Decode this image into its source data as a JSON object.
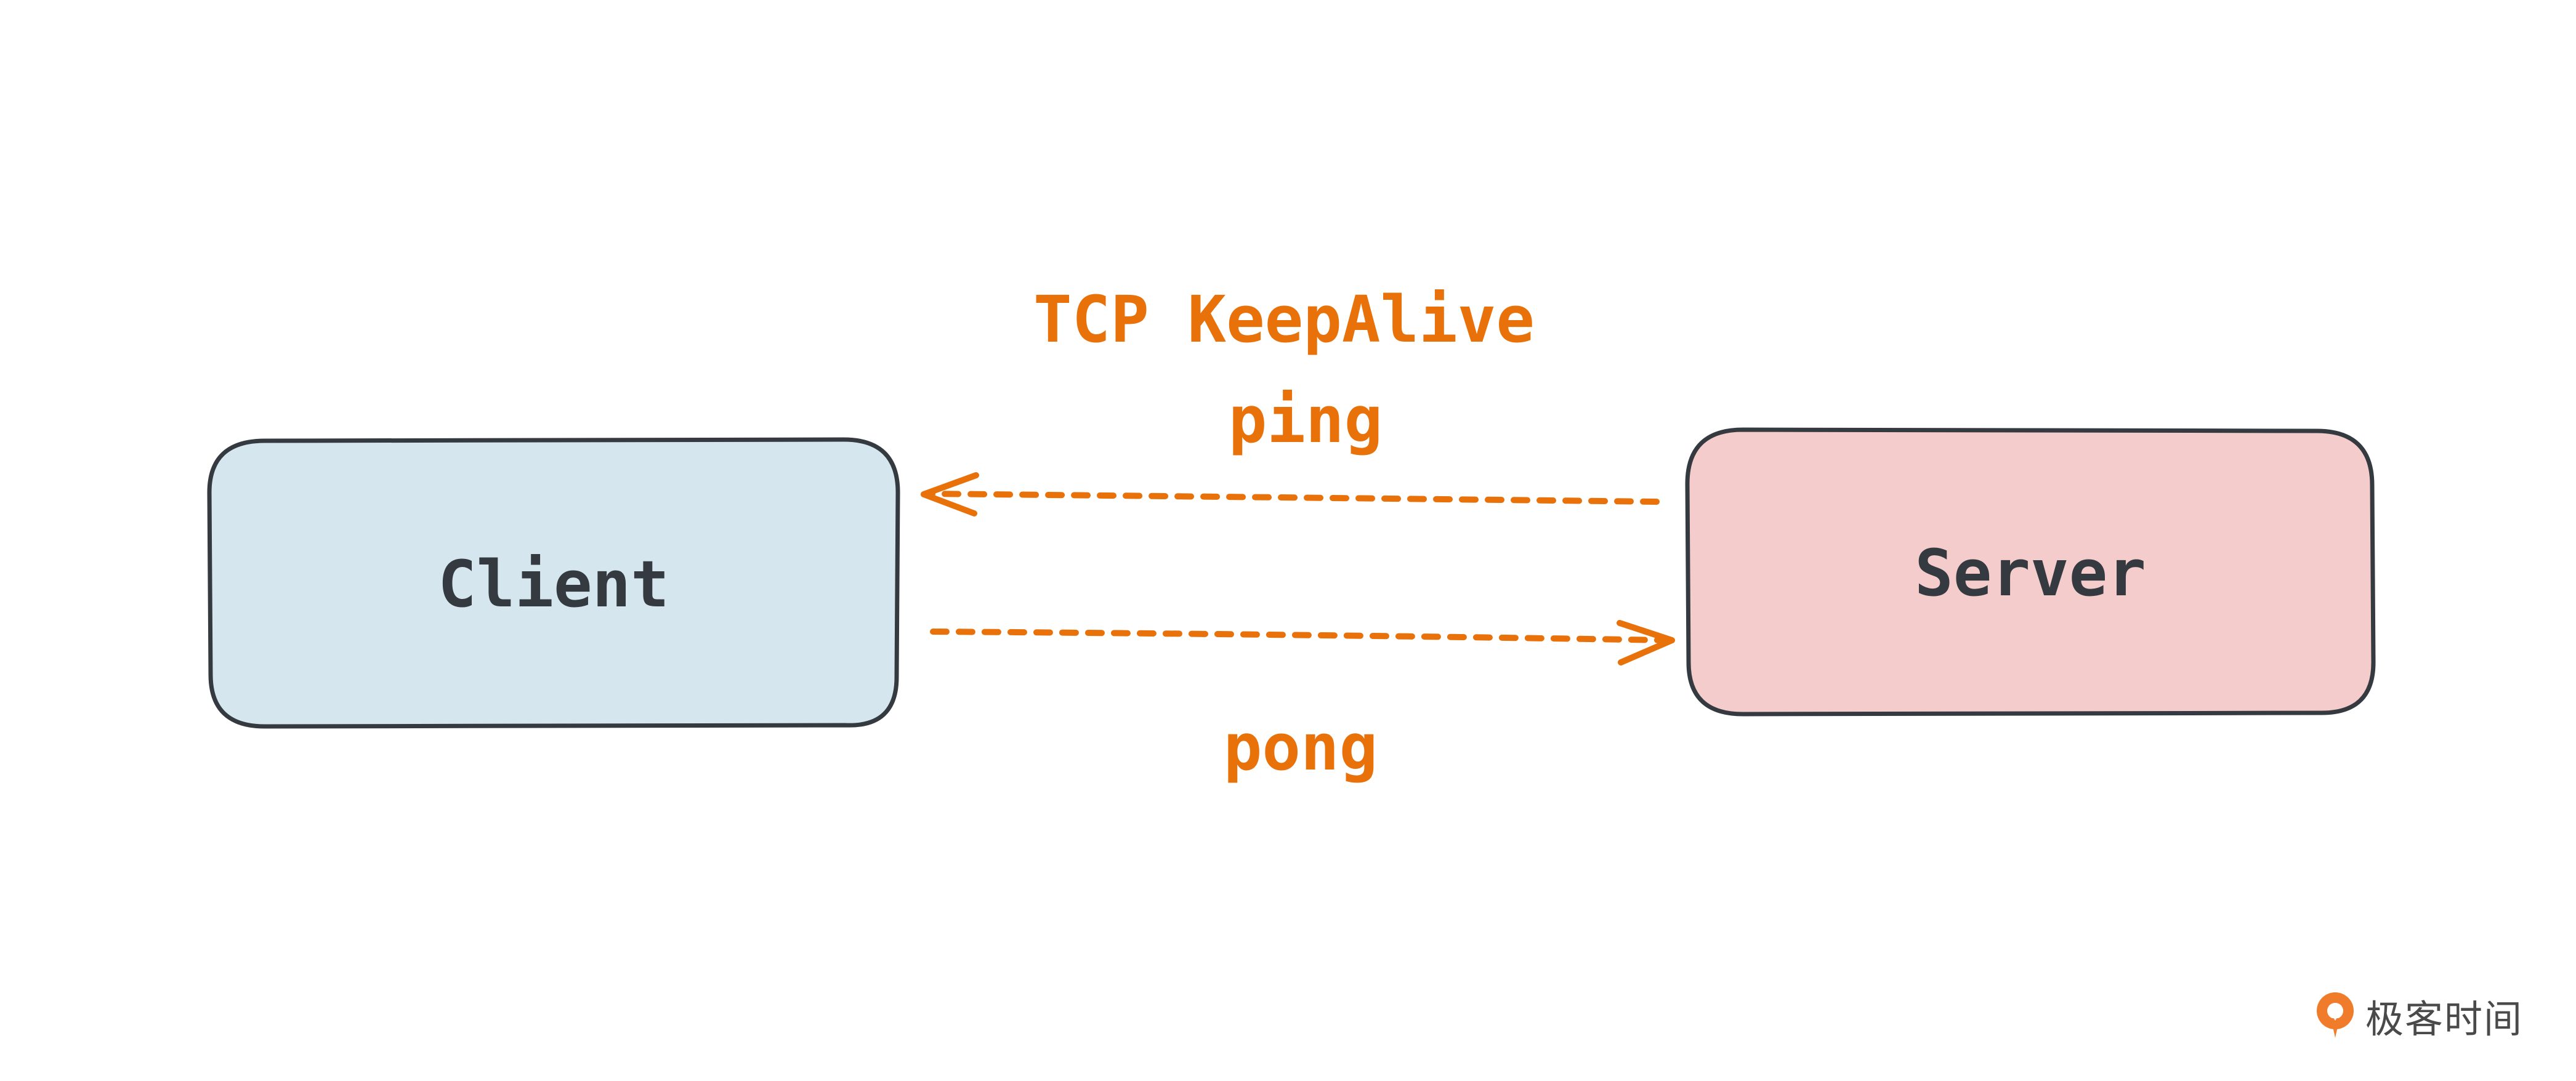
{
  "colors": {
    "accent": "#e8710a",
    "node_stroke": "#343a40",
    "client_fill": "#d5e6ee",
    "server_fill": "#f4cccb",
    "text": "#343a40"
  },
  "nodes": {
    "client": {
      "label": "Client"
    },
    "server": {
      "label": "Server"
    }
  },
  "edges": {
    "ping": {
      "from": "Server",
      "to": "Client",
      "label_line1": "TCP KeepAlive",
      "label_line2": "ping"
    },
    "pong": {
      "from": "Client",
      "to": "Server",
      "label": "pong"
    }
  },
  "watermark": {
    "text": "极客时间",
    "icon": "geektime-logo-icon"
  }
}
